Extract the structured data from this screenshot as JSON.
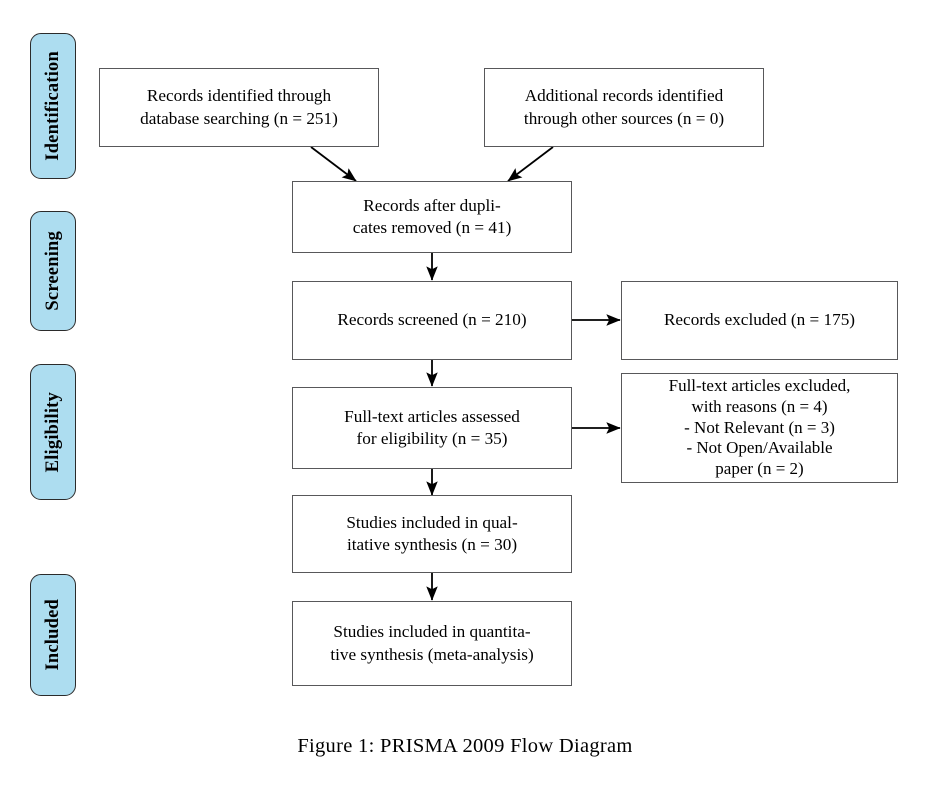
{
  "figure": {
    "caption": "Figure 1: PRISMA 2009 Flow Diagram",
    "background_color": "#ffffff",
    "box_border_color": "#58585a",
    "stage_fill_color": "#ADDDF0",
    "stage_border_color": "#2b2b2b",
    "arrow_color": "#000000"
  },
  "stages": [
    {
      "id": "identification",
      "label": "Identification"
    },
    {
      "id": "screening",
      "label": "Screening"
    },
    {
      "id": "eligibility",
      "label": "Eligibility"
    },
    {
      "id": "included",
      "label": "Included"
    }
  ],
  "boxes": [
    {
      "id": "records-identified-database",
      "text": "Records identified through\ndatabase searching (n = 251)",
      "count": 251
    },
    {
      "id": "records-identified-other",
      "text": "Additional records identified\nthrough other sources (n = 0)",
      "count": 0
    },
    {
      "id": "records-after-duplicates",
      "text": "Records after dupli-\ncates removed (n = 41)",
      "count": 41
    },
    {
      "id": "records-screened",
      "text": "Records screened (n = 210)",
      "count": 210
    },
    {
      "id": "records-excluded",
      "text": "Records excluded (n = 175)",
      "count": 175
    },
    {
      "id": "fulltext-assessed",
      "text": "Full-text articles assessed\nfor eligibility (n = 35)",
      "count": 35
    },
    {
      "id": "fulltext-excluded",
      "text": "Full-text articles excluded,\nwith reasons (n = 4)\n- Not Relevant (n = 3)\n- Not Open/Available\npaper (n = 2)",
      "count": 4
    },
    {
      "id": "studies-qualitative",
      "text": "Studies included in qual-\nitative synthesis (n = 30)",
      "count": 30
    },
    {
      "id": "studies-quantitative",
      "text": "Studies included in quantita-\ntive synthesis (meta-analysis)",
      "count": null
    }
  ],
  "chart_data": {
    "type": "diagram",
    "title": "Figure 1: PRISMA 2009 Flow Diagram",
    "nodes": [
      {
        "id": "records-identified-database",
        "stage": "Identification",
        "label": "Records identified through database searching",
        "n": 251
      },
      {
        "id": "records-identified-other",
        "stage": "Identification",
        "label": "Additional records identified through other sources",
        "n": 0
      },
      {
        "id": "records-after-duplicates",
        "stage": "Screening",
        "label": "Records after duplicates removed",
        "n": 41
      },
      {
        "id": "records-screened",
        "stage": "Screening",
        "label": "Records screened",
        "n": 210
      },
      {
        "id": "records-excluded",
        "stage": "Screening",
        "label": "Records excluded",
        "n": 175
      },
      {
        "id": "fulltext-assessed",
        "stage": "Eligibility",
        "label": "Full-text articles assessed for eligibility",
        "n": 35
      },
      {
        "id": "fulltext-excluded",
        "stage": "Eligibility",
        "label": "Full-text articles excluded, with reasons",
        "n": 4,
        "reasons": [
          {
            "label": "Not Relevant",
            "n": 3
          },
          {
            "label": "Not Open/Available paper",
            "n": 2
          }
        ]
      },
      {
        "id": "studies-qualitative",
        "stage": "Included",
        "label": "Studies included in qualitative synthesis",
        "n": 30
      },
      {
        "id": "studies-quantitative",
        "stage": "Included",
        "label": "Studies included in quantitative synthesis (meta-analysis)",
        "n": null
      }
    ],
    "edges": [
      {
        "from": "records-identified-database",
        "to": "records-after-duplicates"
      },
      {
        "from": "records-identified-other",
        "to": "records-after-duplicates"
      },
      {
        "from": "records-after-duplicates",
        "to": "records-screened"
      },
      {
        "from": "records-screened",
        "to": "records-excluded"
      },
      {
        "from": "records-screened",
        "to": "fulltext-assessed"
      },
      {
        "from": "fulltext-assessed",
        "to": "fulltext-excluded"
      },
      {
        "from": "fulltext-assessed",
        "to": "studies-qualitative"
      },
      {
        "from": "studies-qualitative",
        "to": "studies-quantitative"
      }
    ]
  }
}
